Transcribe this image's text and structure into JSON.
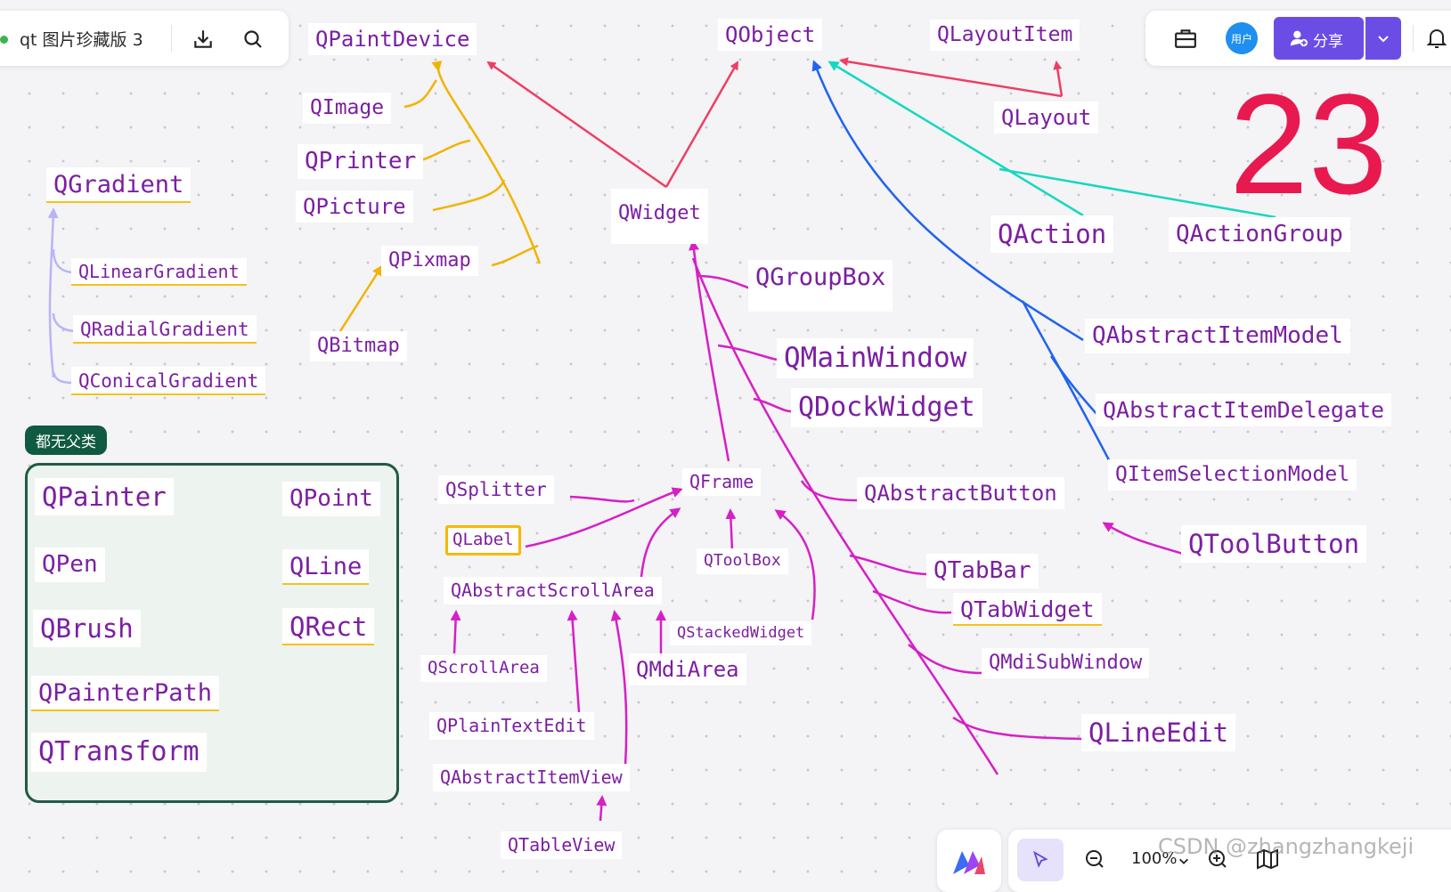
{
  "header": {
    "doc_title": "qt 图片珍藏版 3",
    "avatar_text": "用户",
    "share_label": "分享"
  },
  "canvas": {
    "big_number": "23",
    "group_tag": "都无父类",
    "classes": {
      "qpaintdevice": "QPaintDevice",
      "qobject": "QObject",
      "qlayoutitem": "QLayoutItem",
      "qlayout": "QLayout",
      "qimage": "QImage",
      "qprinter": "QPrinter",
      "qpicture": "QPicture",
      "qpixmap": "QPixmap",
      "qbitmap": "QBitmap",
      "qwidget": "QWidget",
      "qaction": "QAction",
      "qactiongroup": "QActionGroup",
      "qgradient": "QGradient",
      "qlineargradient": "QLinearGradient",
      "qradialgradient": "QRadialGradient",
      "qconicalgradient": "QConicalGradient",
      "qgroupbox": "QGroupBox",
      "qmainwindow": "QMainWindow",
      "qdockwidget": "QDockWidget",
      "qabstractitemmodel": "QAbstractItemModel",
      "qabstractitemdelegate": "QAbstractItemDelegate",
      "qitemselectionmodel": "QItemSelectionModel",
      "qabstractbutton": "QAbstractButton",
      "qtoolbutton": "QToolButton",
      "qtabbar": "QTabBar",
      "qtabwidget": "QTabWidget",
      "qmdisubwindow": "QMdiSubWindow",
      "qlineedit": "QLineEdit",
      "qsplitter": "QSplitter",
      "qframe": "QFrame",
      "qlabel": "QLabel",
      "qtoolbox": "QToolBox",
      "qabstractscrollarea": "QAbstractScrollArea",
      "qstackedwidget": "QStackedWidget",
      "qscrollarea": "QScrollArea",
      "qmdiarea": "QMdiArea",
      "qplaintextedit": "QPlainTextEdit",
      "qabstractitemview": "QAbstractItemView",
      "qtableview": "QTableView",
      "qpainter": "QPainter",
      "qpoint": "QPoint",
      "qpen": "QPen",
      "qline": "QLine",
      "qbrush": "QBrush",
      "qrect": "QRect",
      "qpainterpath": "QPainterPath",
      "qtransform": "QTransform"
    }
  },
  "footer": {
    "zoom_level": "100%",
    "watermark": "CSDN @zhangzhangkeji"
  },
  "colors": {
    "pink_red": "#ec3f63",
    "orange": "#f0b400",
    "blue": "#1f63f0",
    "cyan": "#15d8c0",
    "magenta": "#d61fc6",
    "lavender": "#b9b4f5",
    "accent": "#6b4de6"
  }
}
